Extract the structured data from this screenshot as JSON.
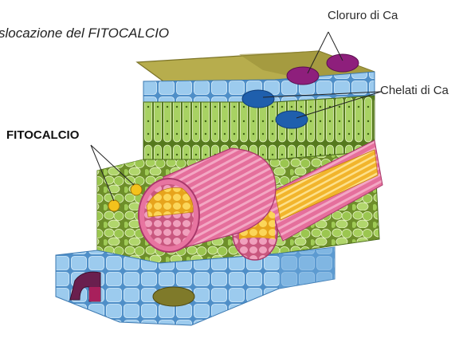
{
  "title": "slocazione del FITOCALCIO",
  "labels": {
    "fitocalcio": "FITOCALCIO",
    "cloruro": "Cloruro di Ca",
    "chelati": "Chelati di Ca"
  },
  "colors": {
    "cloruro_marker": "#8e1f7c",
    "chelati_marker": "#1f5fad",
    "fitocalcio_marker": "#f4c21c",
    "cuticle": "#b3a84a",
    "epidermis": "#8fc2e8",
    "mesophyll": "#9fc855",
    "vessel": "#e0709a",
    "xylem": "#f6c93f"
  }
}
